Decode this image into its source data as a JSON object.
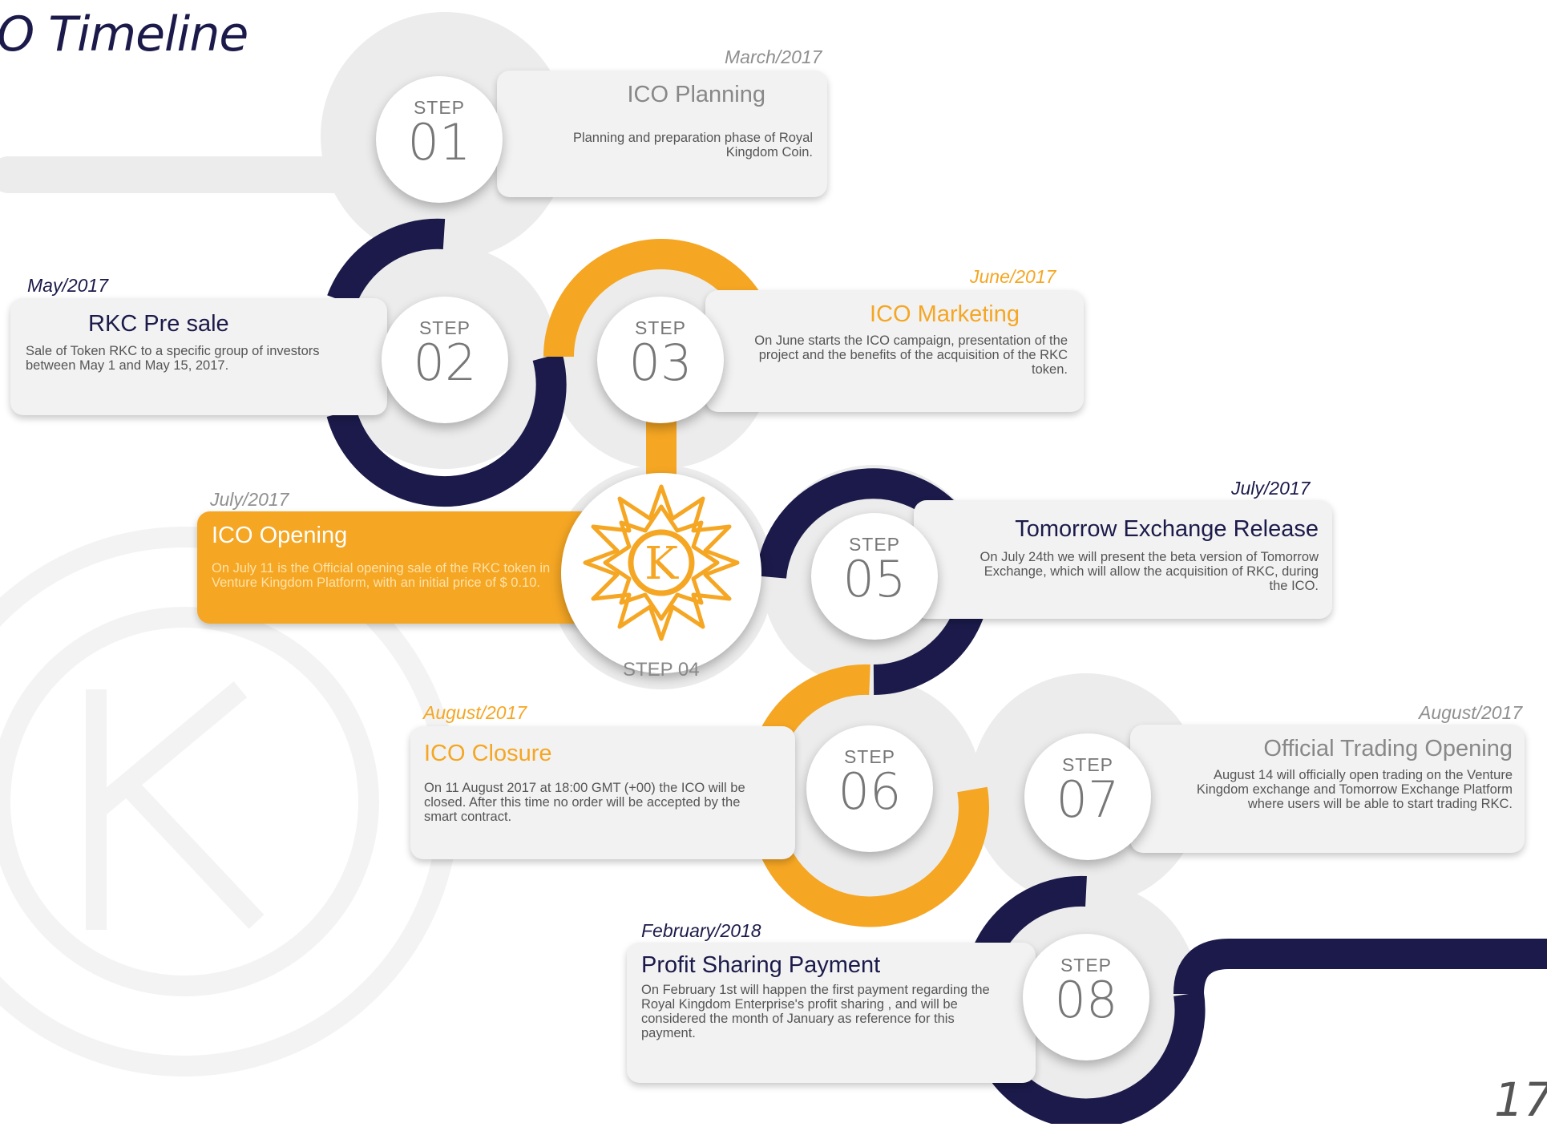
{
  "page": {
    "title": "O Timeline",
    "page_number": "17"
  },
  "colors": {
    "navy": "#1b1a4a",
    "orange": "#f5a623",
    "card": "#f2f2f2",
    "track": "#ececec"
  },
  "steps": [
    {
      "label": "STEP",
      "number": "01",
      "date": "March/2017",
      "title": "ICO Planning",
      "description": "Planning and preparation phase of Royal Kingdom Coin."
    },
    {
      "label": "STEP",
      "number": "02",
      "date": "May/2017",
      "title": "RKC Pre sale",
      "description": "Sale of Token RKC to a specific group of investors between May 1 and May 15, 2017."
    },
    {
      "label": "STEP",
      "number": "03",
      "date": "June/2017",
      "title": "ICO Marketing",
      "description": "On June starts the ICO campaign, presentation of the project and the benefits of the acquisition of the RKC token."
    },
    {
      "label": "STEP 04",
      "number": "",
      "date": "July/2017",
      "title": "ICO Opening",
      "description": "On July 11 is the Official opening sale of the RKC token in Venture Kingdom Platform, with an initial price of $ 0.10.",
      "logo_letter": "K"
    },
    {
      "label": "STEP",
      "number": "05",
      "date": "July/2017",
      "title": "Tomorrow Exchange Release",
      "description": "On July 24th we will present the beta version of Tomorrow Exchange, which will allow the acquisition of RKC, during the ICO."
    },
    {
      "label": "STEP",
      "number": "06",
      "date": "August/2017",
      "title": "ICO Closure",
      "description": "On 11 August 2017 at 18:00 GMT (+00) the ICO will be closed. After this time no order will be accepted by the smart contract."
    },
    {
      "label": "STEP",
      "number": "07",
      "date": "August/2017",
      "title": "Official Trading Opening",
      "description": "August 14 will officially open trading on the Venture Kingdom exchange and Tomorrow Exchange Platform where users will be able to start trading RKC."
    },
    {
      "label": "STEP",
      "number": "08",
      "date": "February/2018",
      "title": "Profit Sharing Payment",
      "description": "On February 1st will happen the first payment regarding the Royal Kingdom Enterprise's profit sharing , and will be considered the month of January as reference for this payment."
    }
  ]
}
